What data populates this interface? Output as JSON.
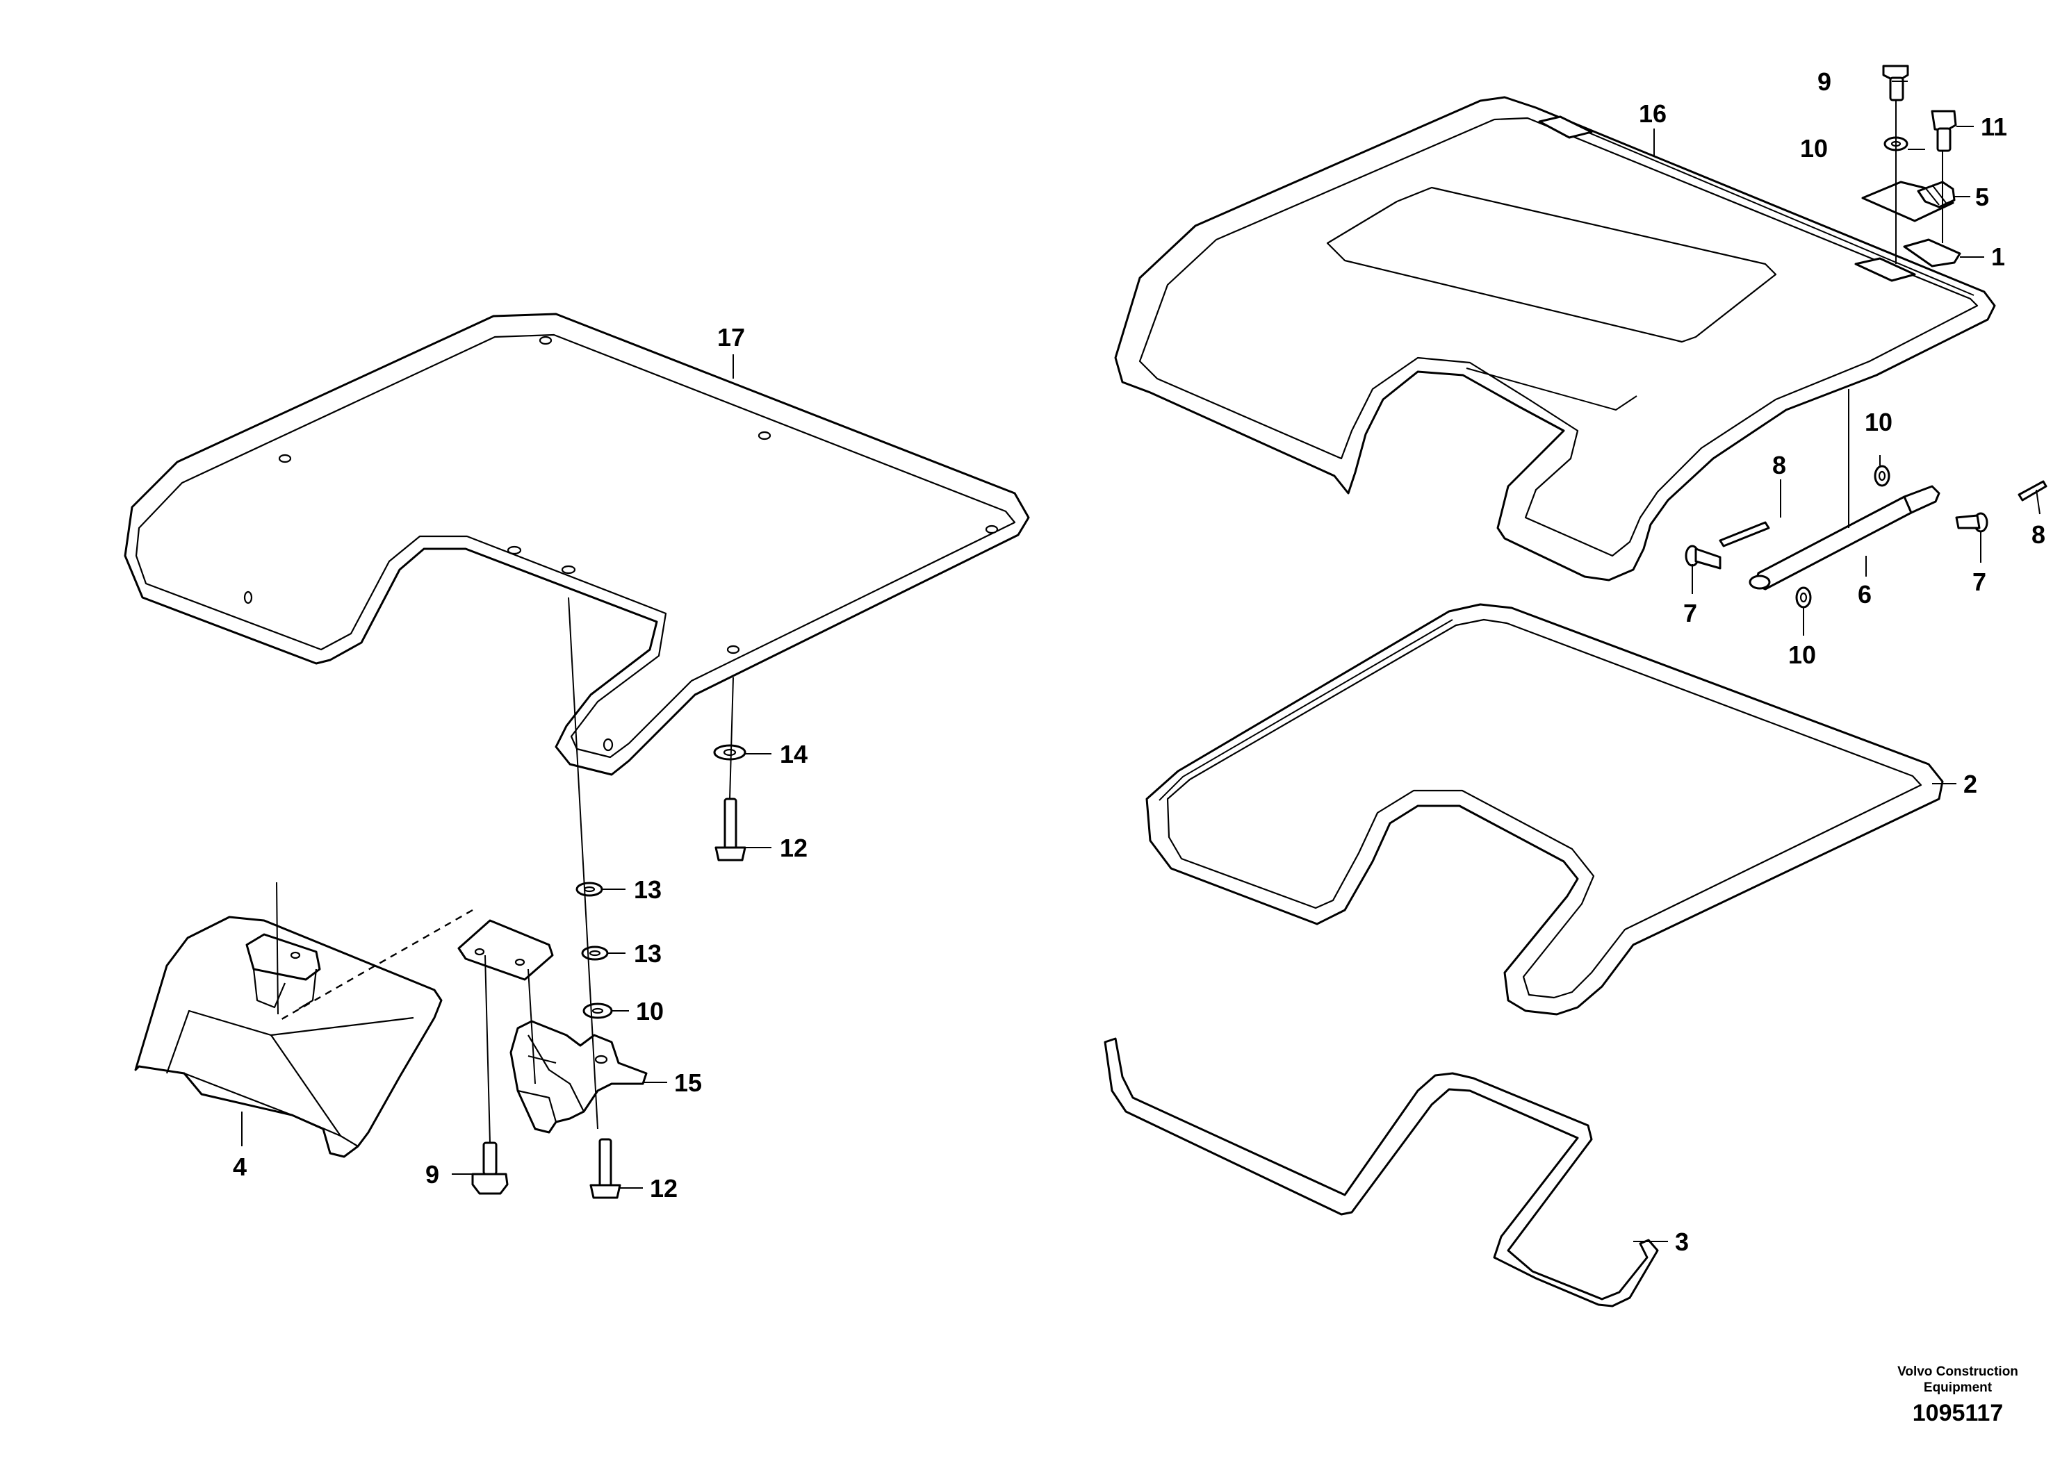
{
  "callouts": {
    "c1": "1",
    "c2": "2",
    "c3": "3",
    "c4": "4",
    "c5": "5",
    "c6": "6",
    "c7a": "7",
    "c7b": "7",
    "c8a": "8",
    "c8b": "8",
    "c9a": "9",
    "c9b": "9",
    "c10a": "10",
    "c10b": "10",
    "c10c": "10",
    "c10d": "10",
    "c11": "11",
    "c12a": "12",
    "c12b": "12",
    "c13a": "13",
    "c13b": "13",
    "c14": "14",
    "c15": "15",
    "c16": "16",
    "c17": "17"
  },
  "footer": {
    "brand_line1": "Volvo Construction",
    "brand_line2": "Equipment",
    "document_number": "1095117"
  }
}
